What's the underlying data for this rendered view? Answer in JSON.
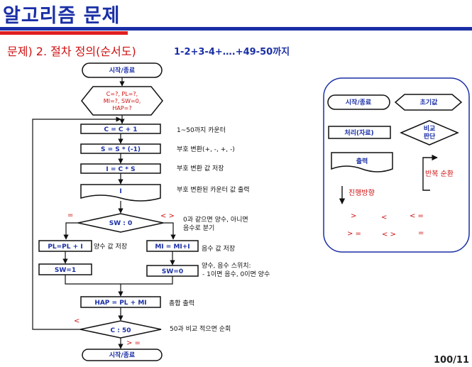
{
  "header": {
    "title": "알고리즘 문제",
    "subtitle": "문제) 2. 절차 정의(순서도)",
    "formula": "1-2+3-4+….+49-50까지"
  },
  "flow": {
    "start": "시작/종료",
    "init": [
      "C=?, PL=?,",
      "MI=?, SW=0,",
      "HAP=?"
    ],
    "step1": "C = C + 1",
    "step2": "S = S * (-1)",
    "step3": "I = C * S",
    "step4": "I",
    "decision1": "SW : 0",
    "eq": "=",
    "neq": "< >",
    "pl": "PL=PL + I",
    "mi": "MI = MI+I",
    "sw1": "SW=1",
    "sw0": "SW=0",
    "hap": "HAP = PL + MI",
    "decision2": "C : 50",
    "lt": "<",
    "ge": "> =",
    "end": "시작/종료"
  },
  "notes": {
    "n1": "1~50까지 카운터",
    "n2": "부호 변환(+, -, +, -)",
    "n3": "부호 변환 값 저장",
    "n4": "부호 변환된 카운터 값 출력",
    "n5a": "0과 같으면 양수, 아니면",
    "n5b": "음수로 분기",
    "n6": "양수 값 저장",
    "n7": "음수 값 저장",
    "n8a": "양수, 음수 스위치:",
    "n8b": "- 1이면 음수, 0이면 양수",
    "n9": "총합 출력",
    "n10": "50과 비교 적으면 순회"
  },
  "legend": {
    "terminal": "시작/종료",
    "init": "초기값",
    "process": "처리(자료)",
    "decision": [
      "비교",
      "판단"
    ],
    "output": "출력",
    "loop": "반복 순환",
    "direction": "진행방향",
    "ops": [
      ">",
      "<",
      "< =",
      "> =",
      "< >",
      "="
    ]
  },
  "page": "100/11",
  "colors": {
    "blue": "#1a2fa6",
    "red": "#d01010"
  }
}
